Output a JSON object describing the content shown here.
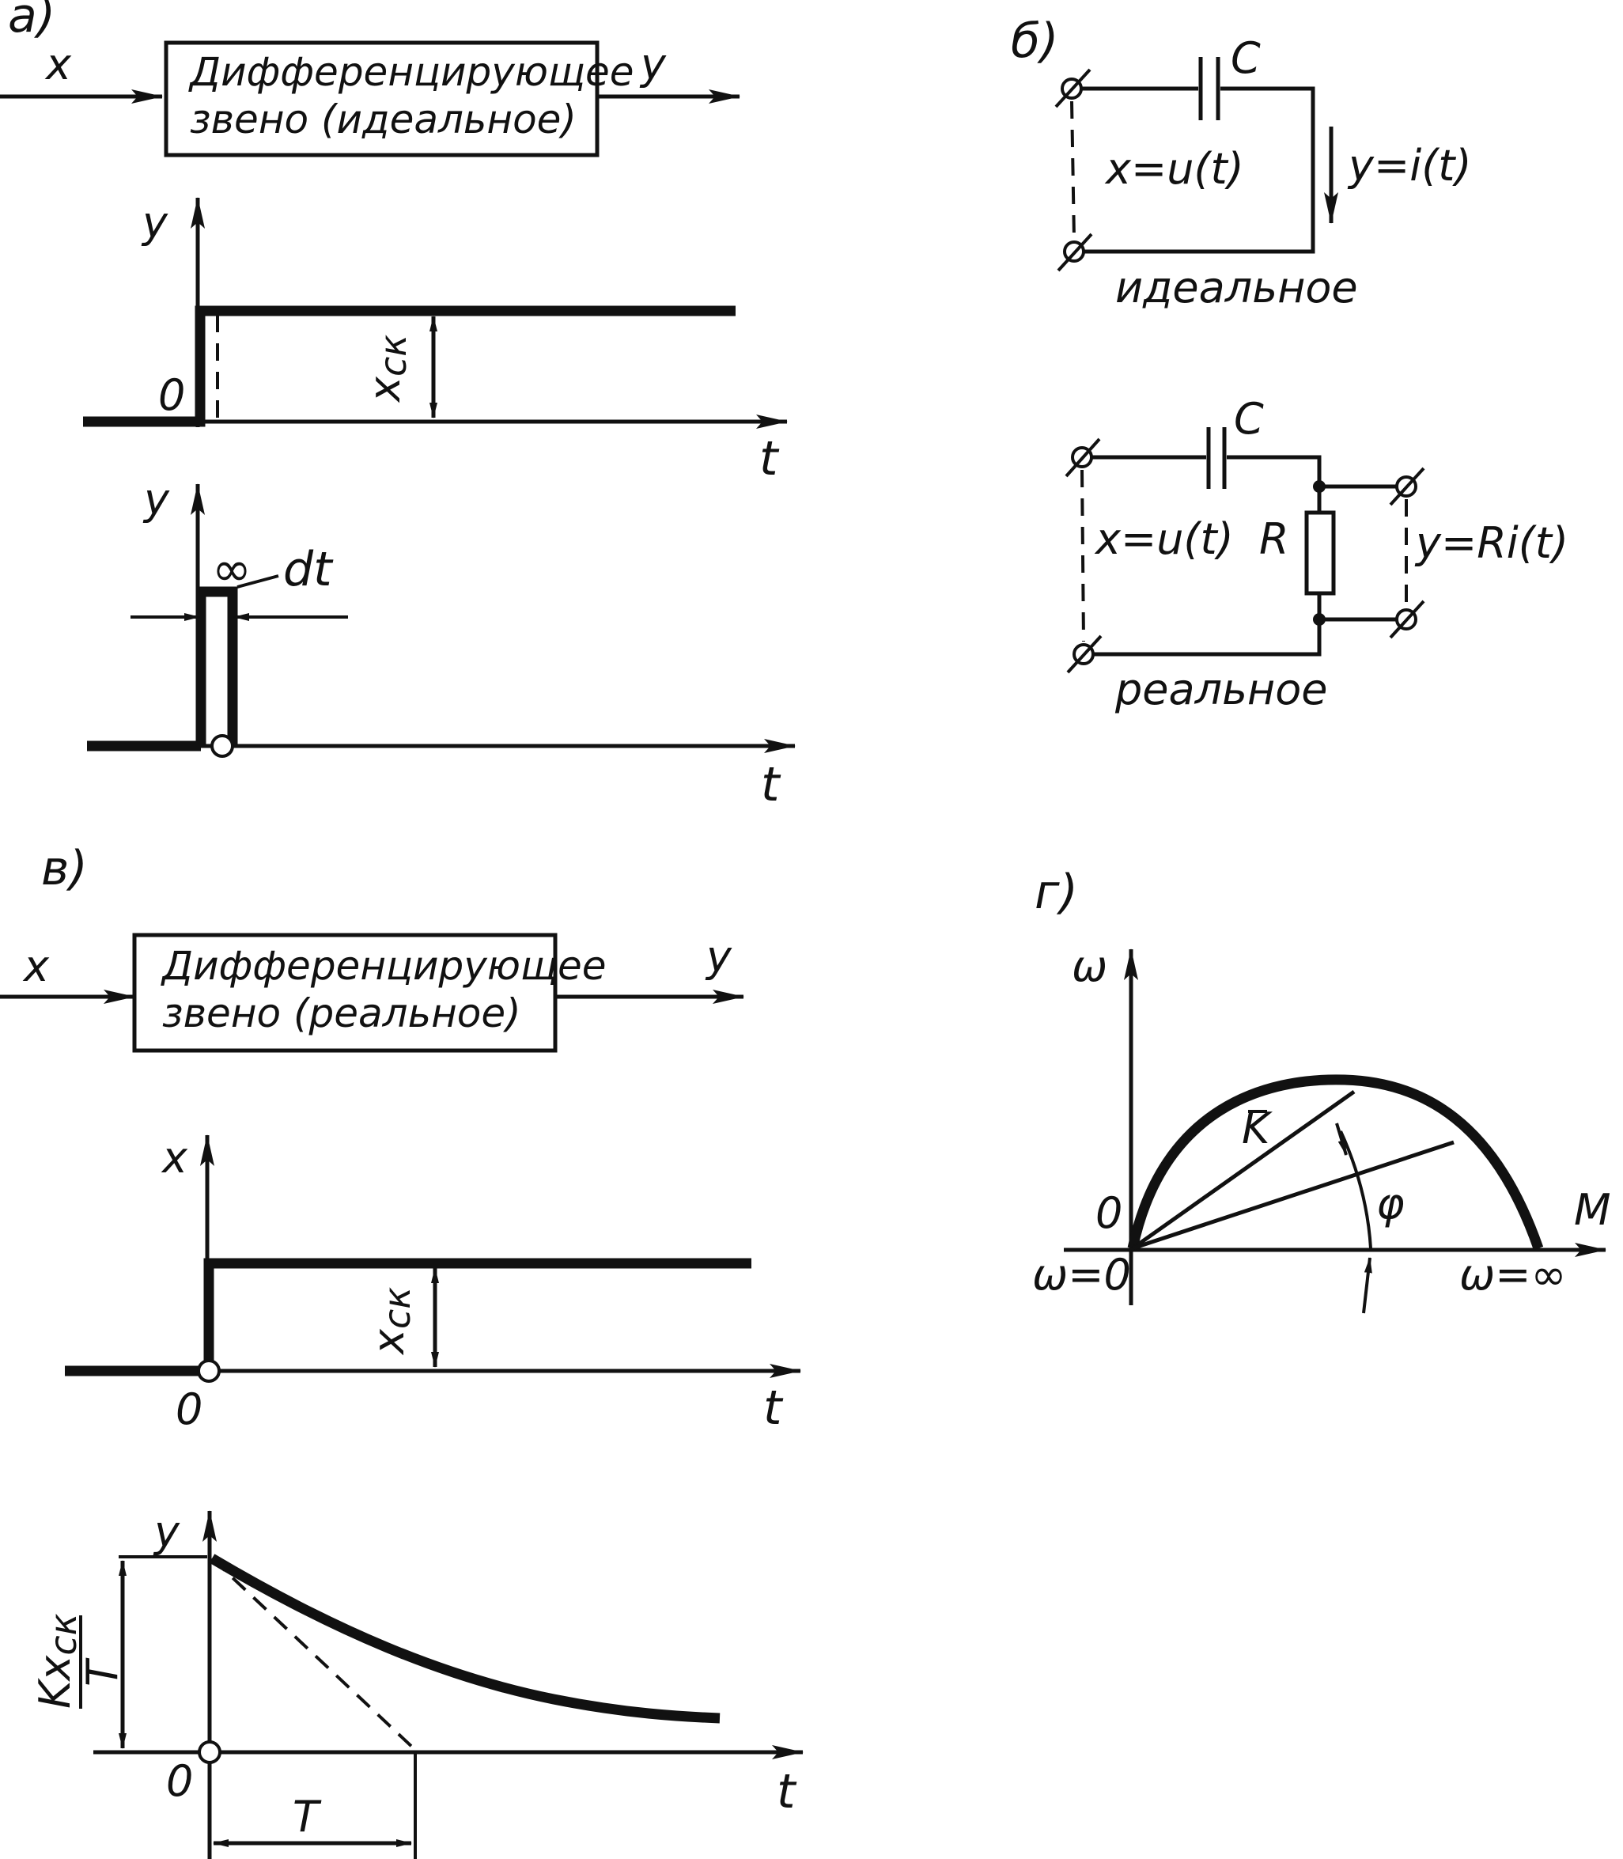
{
  "panels": {
    "a": {
      "tag": "а)",
      "input": "x",
      "output": "y",
      "block_line1": "Дифференцирующее",
      "block_line2": "звено (идеальное)",
      "step_plot": {
        "y_axis": "y",
        "t_axis": "t",
        "origin": "0",
        "amplitude": "x",
        "amplitude_sub": "ск"
      },
      "impulse_plot": {
        "y_axis": "y",
        "t_axis": "t",
        "peak": "∞",
        "width": "dt"
      }
    },
    "b": {
      "tag": "б)",
      "ideal": {
        "capacitor": "C",
        "input": "x=u(t)",
        "output": "y=i(t)",
        "caption": "идеальное"
      },
      "real": {
        "capacitor": "C",
        "resistor": "R",
        "input": "x=u(t)",
        "output": "y=Ri(t)",
        "caption": "реальное"
      }
    },
    "v": {
      "tag": "в)",
      "input": "x",
      "output": "y",
      "block_line1": "Дифференцирующее",
      "block_line2": "звено (реальное)",
      "step_plot": {
        "x_axis": "x",
        "t_axis": "t",
        "origin": "0",
        "amplitude": "x",
        "amplitude_sub": "ск"
      },
      "response_plot": {
        "y_axis": "y",
        "t_axis": "t",
        "origin": "0",
        "level_num": "Kx",
        "level_sub": "ск",
        "level_den": "T",
        "time_const": "T"
      }
    },
    "g": {
      "tag": "г)",
      "vertical_axis": "ω",
      "horizontal_axis": "M",
      "origin": "0",
      "omega_zero": "ω=0",
      "omega_inf": "ω=∞",
      "vector": "K",
      "angle": "φ"
    }
  }
}
